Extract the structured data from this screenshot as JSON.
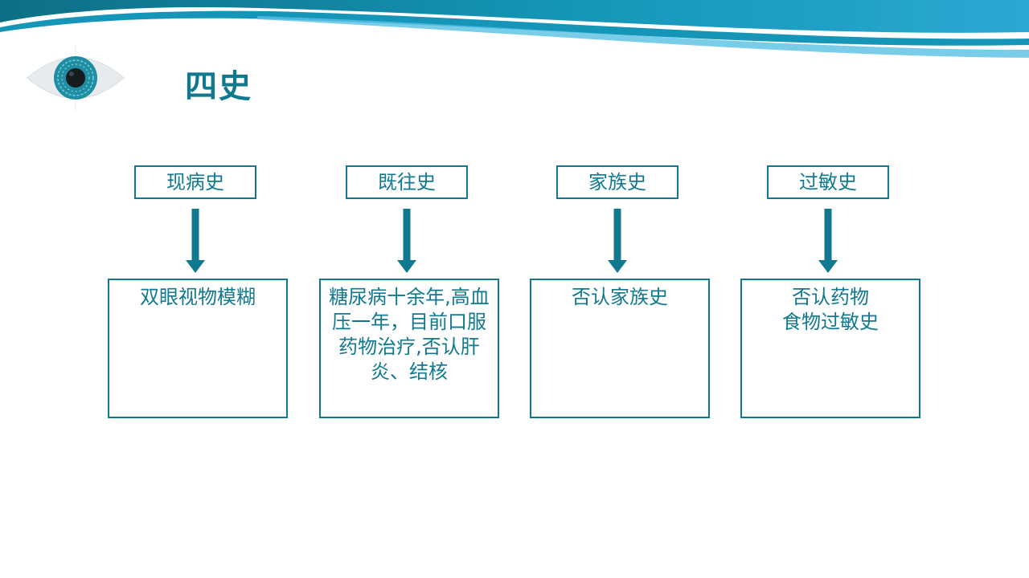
{
  "title": "四史",
  "theme": {
    "primary": "#10798f",
    "banner_dark": "#0e6f85",
    "banner_light": "#2aa8d2"
  },
  "logo": {
    "icon": "eye-icon"
  },
  "columns": [
    {
      "label": "现病史",
      "content": "双眼视物模糊"
    },
    {
      "label": "既往史",
      "content": "糖尿病十余年,高血压一年，目前口服药物治疗,否认肝炎、结核"
    },
    {
      "label": "家族史",
      "content": "否认家族史"
    },
    {
      "label": "过敏史",
      "content": "否认药物\n食物过敏史"
    }
  ]
}
